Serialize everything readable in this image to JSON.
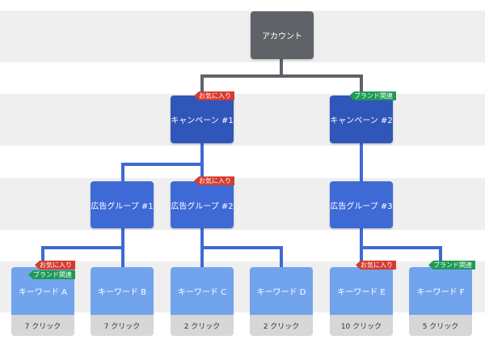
{
  "account": {
    "label": "アカウント"
  },
  "campaigns": [
    {
      "label": "キャンペーン #1",
      "tags": [
        "お気に入り"
      ]
    },
    {
      "label": "キャンペーン #2",
      "tags": [
        "ブランド関連"
      ]
    }
  ],
  "adgroups": [
    {
      "label": "広告グループ #1",
      "tags": []
    },
    {
      "label": "広告グループ #2",
      "tags": [
        "お気に入り"
      ]
    },
    {
      "label": "広告グループ #3",
      "tags": []
    }
  ],
  "keywords": [
    {
      "label": "キーワード A",
      "clicks": "7 クリック",
      "tags": [
        "お気に入り",
        "ブランド関連"
      ]
    },
    {
      "label": "キーワード B",
      "clicks": "7 クリック",
      "tags": []
    },
    {
      "label": "キーワード C",
      "clicks": "2 クリック",
      "tags": []
    },
    {
      "label": "キーワード D",
      "clicks": "2 クリック",
      "tags": []
    },
    {
      "label": "キーワード E",
      "clicks": "10 クリック",
      "tags": [
        "お気に入り"
      ]
    },
    {
      "label": "キーワード F",
      "clicks": "5 クリック",
      "tags": [
        "ブランド関連"
      ]
    }
  ],
  "colors": {
    "account": "#5f6368",
    "campaign": "#2f56b8",
    "adgroup": "#3e6ad6",
    "keyword": "#72a4ee",
    "connector_top": "#5f6368",
    "connector": "#3e6ad6",
    "fav_tag": "#d63b2f",
    "brand_tag": "#1f9a54"
  }
}
